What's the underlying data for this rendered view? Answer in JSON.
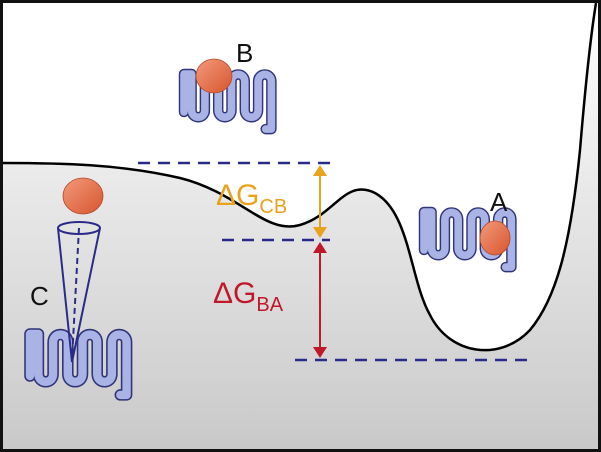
{
  "labels": {
    "state_a": "A",
    "state_b": "B",
    "state_c": "C"
  },
  "energy_labels": {
    "delta_g_cb": {
      "symbol": "ΔG",
      "subscript": "CB"
    },
    "delta_g_ba": {
      "symbol": "ΔG",
      "subscript": "BA"
    }
  },
  "colors": {
    "frame": "#111111",
    "curve": "#000000",
    "fill_top": "#ffffff",
    "fill_bottom": "#c9c9c9",
    "dashed_levels": "#2a2b88",
    "arrow_cb": "#e8a21c",
    "text_cb": "#e8a21c",
    "arrow_ba": "#c0182a",
    "text_ba": "#c0182a",
    "receptor_fill": "#a9b3e6",
    "receptor_stroke": "#2f3576",
    "ligand": "#e4684a",
    "cone": "#2a2b88"
  }
}
